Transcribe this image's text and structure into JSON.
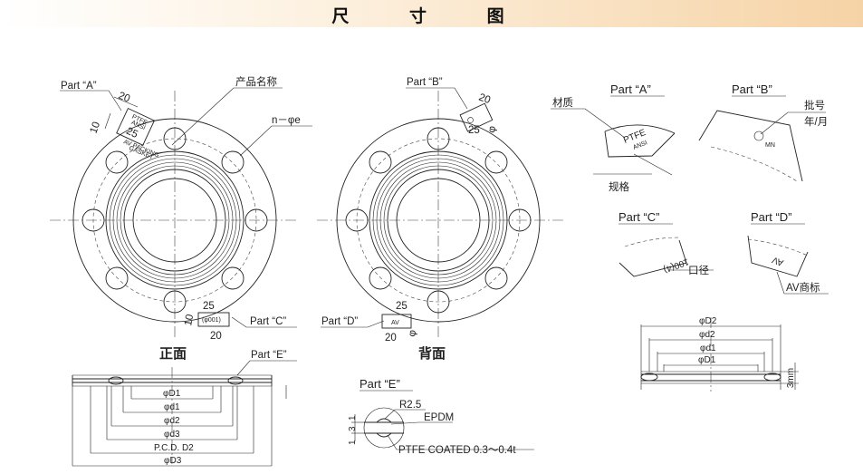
{
  "header": {
    "title": "尺 寸 图"
  },
  "front_view": {
    "caption": "正面",
    "part_a": "Part “A”",
    "part_c": "Part “C”",
    "product_name": "产品名称",
    "bolt_holes": "n－φe",
    "dim_20": "20",
    "dim_10": "10",
    "dim_25": "25",
    "stamp_ptfe": "PTFE",
    "stamp_ansi": "ANSI",
    "stamp_size": "25",
    "stamp_brand": "AV PACKING",
    "stamp_gasket": "GASKET",
    "stamp_c": "(φ001)",
    "dim_c_25": "25",
    "dim_c_20": "20",
    "dim_c_10": "10"
  },
  "back_view": {
    "caption": "背面",
    "part_b": "Part “B”",
    "part_d": "Part “D”",
    "dim_20": "20",
    "dim_25": "25",
    "dim_phi": "φ",
    "stamp_d": "AV",
    "dim_d_25": "25",
    "dim_d_20": "20",
    "dim_d_phi": "φ"
  },
  "section": {
    "labels": [
      "φD1",
      "φd1",
      "φd2",
      "φd3",
      "P.C.D. D2",
      "φD3"
    ],
    "part_e": "Part “E”"
  },
  "details": {
    "part_a": {
      "title": "Part “A”",
      "material": "材质",
      "spec": "规格",
      "stamp1": "PTFE",
      "stamp2": "ANSI"
    },
    "part_b": {
      "title": "Part “B”",
      "lot": "批号",
      "date": "年/月",
      "stamp": "MN"
    },
    "part_c": {
      "title": "Part “C”",
      "bore": "口径",
      "stamp": "100(4)"
    },
    "part_d": {
      "title": "Part “D”",
      "brand": "AV商标",
      "stamp": "AV"
    },
    "part_e": {
      "title": "Part “E”",
      "radius": "R2.5",
      "epdm": "EPDM",
      "coating": "PTFE COATED 0.3～0.4t",
      "dim_top": "1",
      "dim_mid": "3",
      "dim_bot": "1"
    }
  },
  "cross_section": {
    "labels": [
      "φD2",
      "φd2",
      "φd1",
      "φD1"
    ],
    "thickness": "3mm"
  }
}
